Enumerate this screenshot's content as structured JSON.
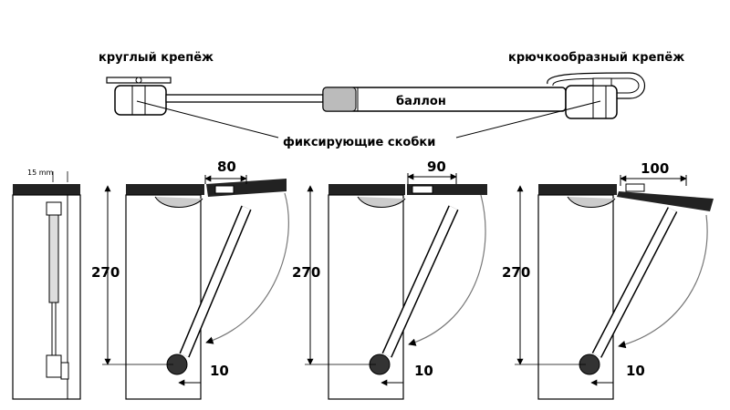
{
  "labels": {
    "round_mount": "круглый крепёж",
    "hook_mount": "крючкообразный крепёж",
    "cylinder": "баллон",
    "brackets": "фиксирующие скобки",
    "side_gap": "15 mm"
  },
  "views": [
    {
      "opening": "80",
      "height": "270",
      "offset": "10"
    },
    {
      "opening": "90",
      "height": "270",
      "offset": "10"
    },
    {
      "opening": "100",
      "height": "270",
      "offset": "10"
    }
  ]
}
